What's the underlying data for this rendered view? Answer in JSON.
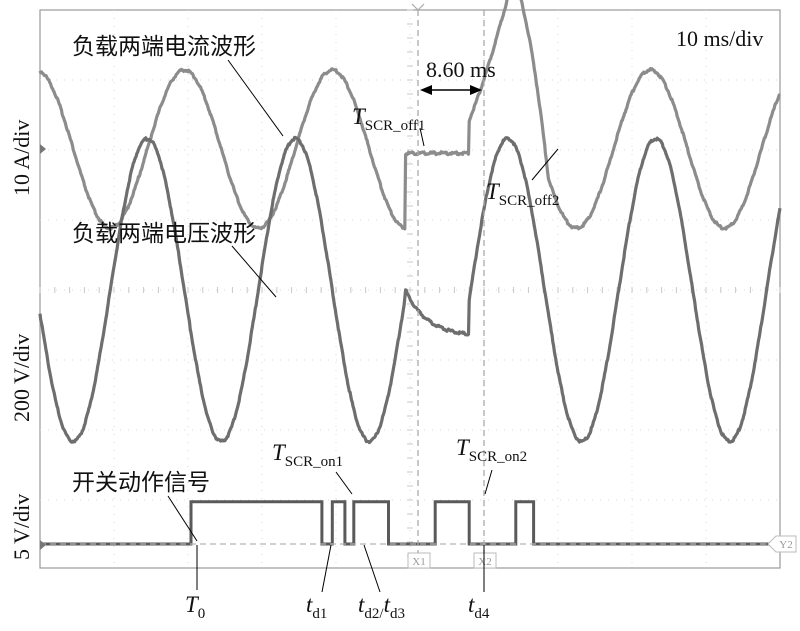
{
  "chart_data": {
    "type": "line",
    "timebase": "10 ms/div",
    "x_unit": "ms",
    "xlim": [
      0,
      100
    ],
    "vertical_scales": [
      "10 A/div",
      "200 V/div",
      "5 V/div"
    ],
    "waveform_labels": {
      "current": "负载两端电流波形",
      "voltage": "负载两端电压波形",
      "switch": "开关动作信号"
    },
    "annotations": {
      "gap_label": "8.60 ms",
      "scr_off1": {
        "main": "T",
        "sub": "SCR_off1"
      },
      "scr_off2": {
        "main": "T",
        "sub": "SCR_off2"
      },
      "scr_on1": {
        "main": "T",
        "sub": "SCR_on1"
      },
      "scr_on2": {
        "main": "T",
        "sub": "SCR_on2"
      }
    },
    "cursor_tags": [
      "X1",
      "X2",
      "Y2"
    ],
    "time_markers": [
      {
        "main": "T",
        "sub": "0",
        "t_ms": 20.4
      },
      {
        "main": "t",
        "sub": "d1",
        "t_ms": 38.1
      },
      {
        "main": "t",
        "sub": "d2/",
        "main2": "t",
        "sub2": "d3",
        "t_ms": 42.4
      },
      {
        "main": "t",
        "sub": "d4",
        "t_ms": 58.0
      }
    ],
    "series": [
      {
        "name": "负载两端电流波形",
        "units_per_div": 10,
        "period_ms": 20,
        "amplitude_div": 0.93,
        "phase_ms": 14.5,
        "interruption_ms": [
          49.4,
          58.0
        ],
        "interruption_level_div": 0.05,
        "transient_peak": {
          "t_ms": 64.0,
          "level_div": 2.05
        },
        "transient_end_ms": 68.7
      },
      {
        "name": "负载两端电压波形",
        "units_per_div": 200,
        "period_ms": 20,
        "amplitude_div": 1.78,
        "phase_ms": 9.5,
        "interruption_ms": [
          49.4,
          58.0
        ],
        "decay_div": [
          0.0,
          -0.52
        ]
      },
      {
        "name": "开关动作信号",
        "units_per_div": 5,
        "low_div": 0.0,
        "high_div": 0.8,
        "edges_ms": [
          20.4,
          38.1,
          39.5,
          41.2,
          42.4,
          47.1,
          53.4,
          58.0,
          64.3,
          66.7
        ]
      }
    ]
  }
}
